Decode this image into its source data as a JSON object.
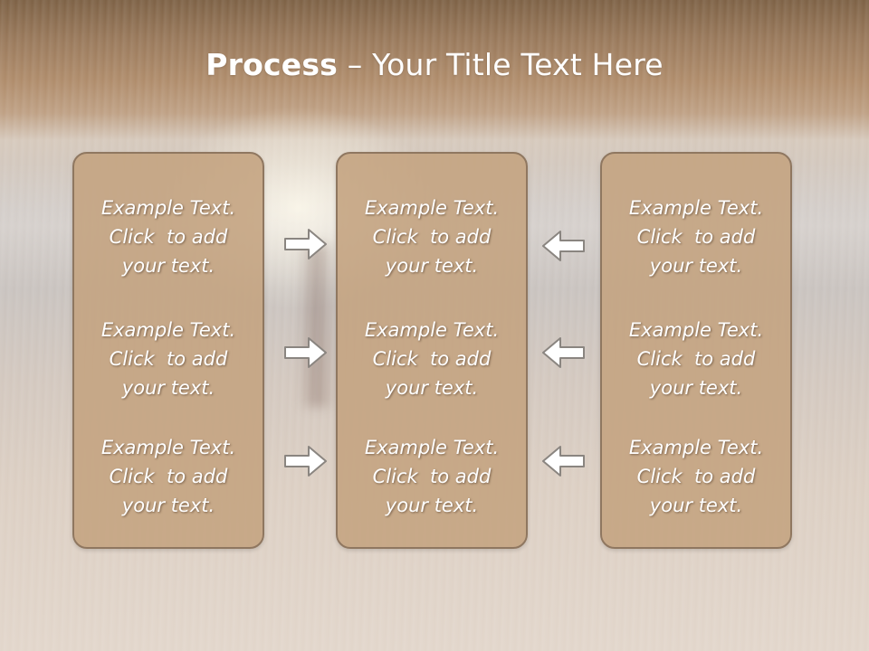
{
  "title": {
    "bold": "Process",
    "rest": " – Your Title Text Here"
  },
  "columns": [
    {
      "items": [
        {
          "line1": "Example Text.",
          "line2": "Click  to add",
          "line3": "your text."
        },
        {
          "line1": "Example Text.",
          "line2": "Click  to add",
          "line3": "your text."
        },
        {
          "line1": "Example Text.",
          "line2": "Click  to add",
          "line3": "your text."
        }
      ]
    },
    {
      "items": [
        {
          "line1": "Example Text.",
          "line2": "Click  to add",
          "line3": "your text."
        },
        {
          "line1": "Example Text.",
          "line2": "Click  to add",
          "line3": "your text."
        },
        {
          "line1": "Example Text.",
          "line2": "Click  to add",
          "line3": "your text."
        }
      ]
    },
    {
      "items": [
        {
          "line1": "Example Text.",
          "line2": "Click  to add",
          "line3": "your text."
        },
        {
          "line1": "Example Text.",
          "line2": "Click  to add",
          "line3": "your text."
        },
        {
          "line1": "Example Text.",
          "line2": "Click  to add",
          "line3": "your text."
        }
      ]
    }
  ],
  "icons": {
    "left_arrows": "arrow-right-icon",
    "right_arrows": "arrow-left-icon"
  },
  "colors": {
    "box_fill": "#c4a380",
    "box_border": "#8f7760",
    "arrow_fill": "#ffffff",
    "arrow_stroke": "#8a8580"
  }
}
